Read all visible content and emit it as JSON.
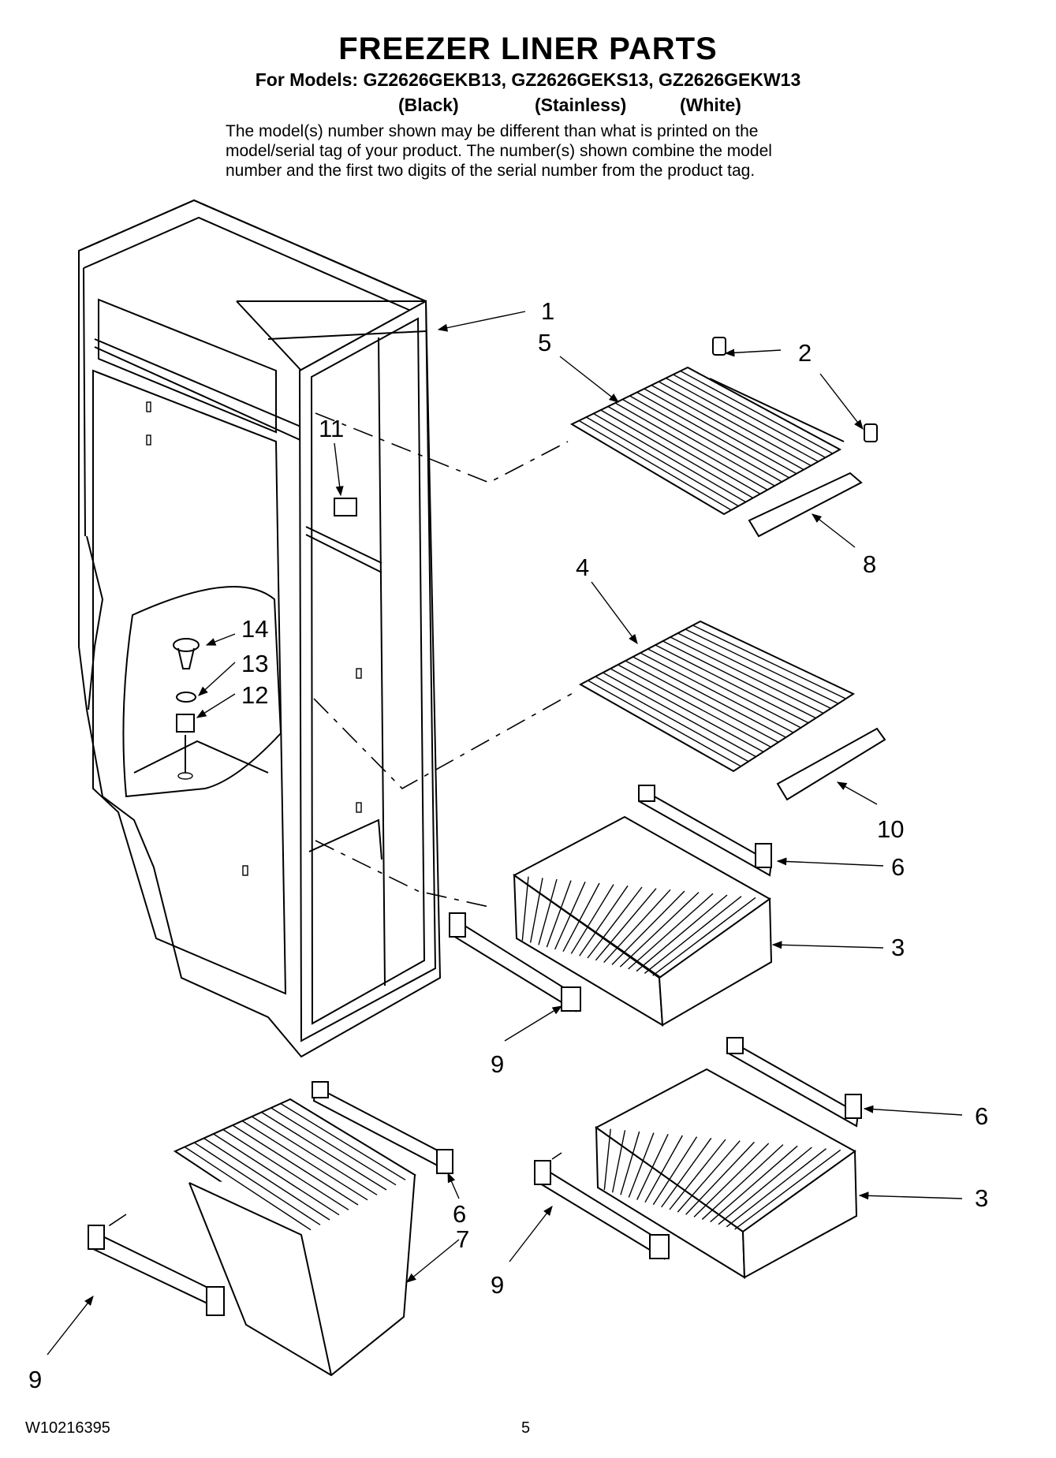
{
  "header": {
    "title": "FREEZER LINER PARTS",
    "subtitle": "For Models: GZ2626GEKB13, GZ2626GEKS13, GZ2626GEKW13",
    "color_labels": [
      "(Black)",
      "(Stainless)",
      "(White)"
    ],
    "note_lines": [
      "The model(s) number shown may be different than what is printed on the",
      "model/serial tag of your product. The number(s) shown combine the model",
      "number and the first two digits of the serial number from the product tag."
    ]
  },
  "callouts": [
    {
      "id": "c1",
      "text": "1"
    },
    {
      "id": "c5",
      "text": "5"
    },
    {
      "id": "c2",
      "text": "2"
    },
    {
      "id": "c11",
      "text": "11"
    },
    {
      "id": "c8",
      "text": "8"
    },
    {
      "id": "c4",
      "text": "4"
    },
    {
      "id": "c14",
      "text": "14"
    },
    {
      "id": "c13",
      "text": "13"
    },
    {
      "id": "c12",
      "text": "12"
    },
    {
      "id": "c10",
      "text": "10"
    },
    {
      "id": "c6a",
      "text": "6"
    },
    {
      "id": "c3a",
      "text": "3"
    },
    {
      "id": "c9a",
      "text": "9"
    },
    {
      "id": "c6b",
      "text": "6"
    },
    {
      "id": "c3b",
      "text": "3"
    },
    {
      "id": "c6c",
      "text": "6"
    },
    {
      "id": "c7",
      "text": "7"
    },
    {
      "id": "c9b",
      "text": "9"
    },
    {
      "id": "c9c",
      "text": "9"
    }
  ],
  "footer": {
    "doc_number": "W10216395",
    "page_number": "5"
  }
}
